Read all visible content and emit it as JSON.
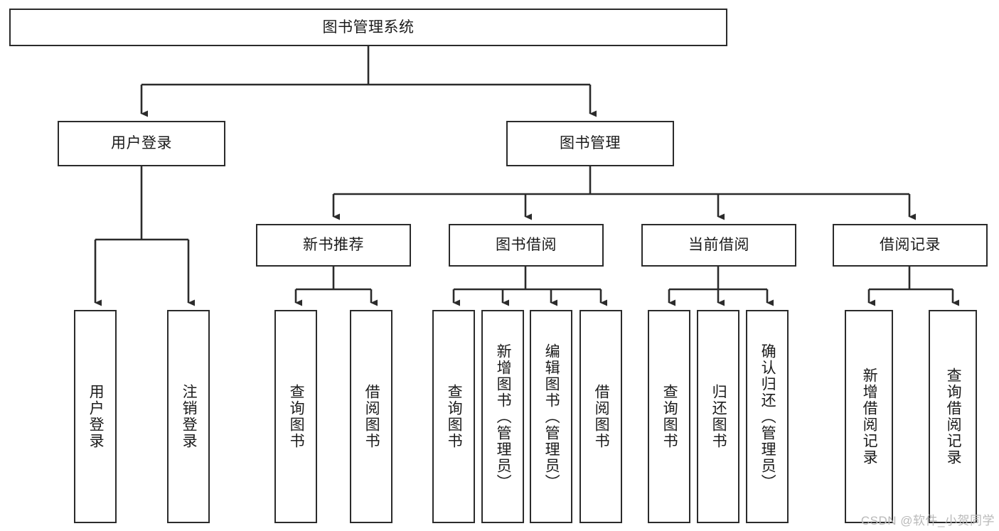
{
  "diagram": {
    "title": "图书管理系统",
    "type": "tree",
    "watermark": "CSDN @软件_小贺同学",
    "colors": {
      "box_stroke": "#2b2b2b",
      "box_fill": "#ffffff",
      "connector": "#2b2b2b",
      "text": "#1b1b1b",
      "background": "#ffffff",
      "watermark": "#b9b9b9"
    },
    "nodes": {
      "root": {
        "label": "图书管理系统"
      },
      "level2": [
        {
          "label": "用户登录"
        },
        {
          "label": "图书管理"
        }
      ],
      "level3": [
        {
          "label": "新书推荐"
        },
        {
          "label": "图书借阅"
        },
        {
          "label": "当前借阅"
        },
        {
          "label": "借阅记录"
        }
      ],
      "leaves": {
        "user_login": [
          {
            "label": "用户登录"
          },
          {
            "label": "注销登录"
          }
        ],
        "new_book": [
          {
            "label": "查询图书"
          },
          {
            "label": "借阅图书"
          }
        ],
        "book_borrow": [
          {
            "label": "查询图书"
          },
          {
            "label": "新增图书（管理员）"
          },
          {
            "label": "编辑图书（管理员）"
          },
          {
            "label": "借阅图书"
          }
        ],
        "current_borrow": [
          {
            "label": "查询图书"
          },
          {
            "label": "归还图书"
          },
          {
            "label": "确认归还（管理员）"
          }
        ],
        "borrow_record": [
          {
            "label": "新增借阅记录"
          },
          {
            "label": "查询借阅记录"
          }
        ]
      }
    }
  }
}
